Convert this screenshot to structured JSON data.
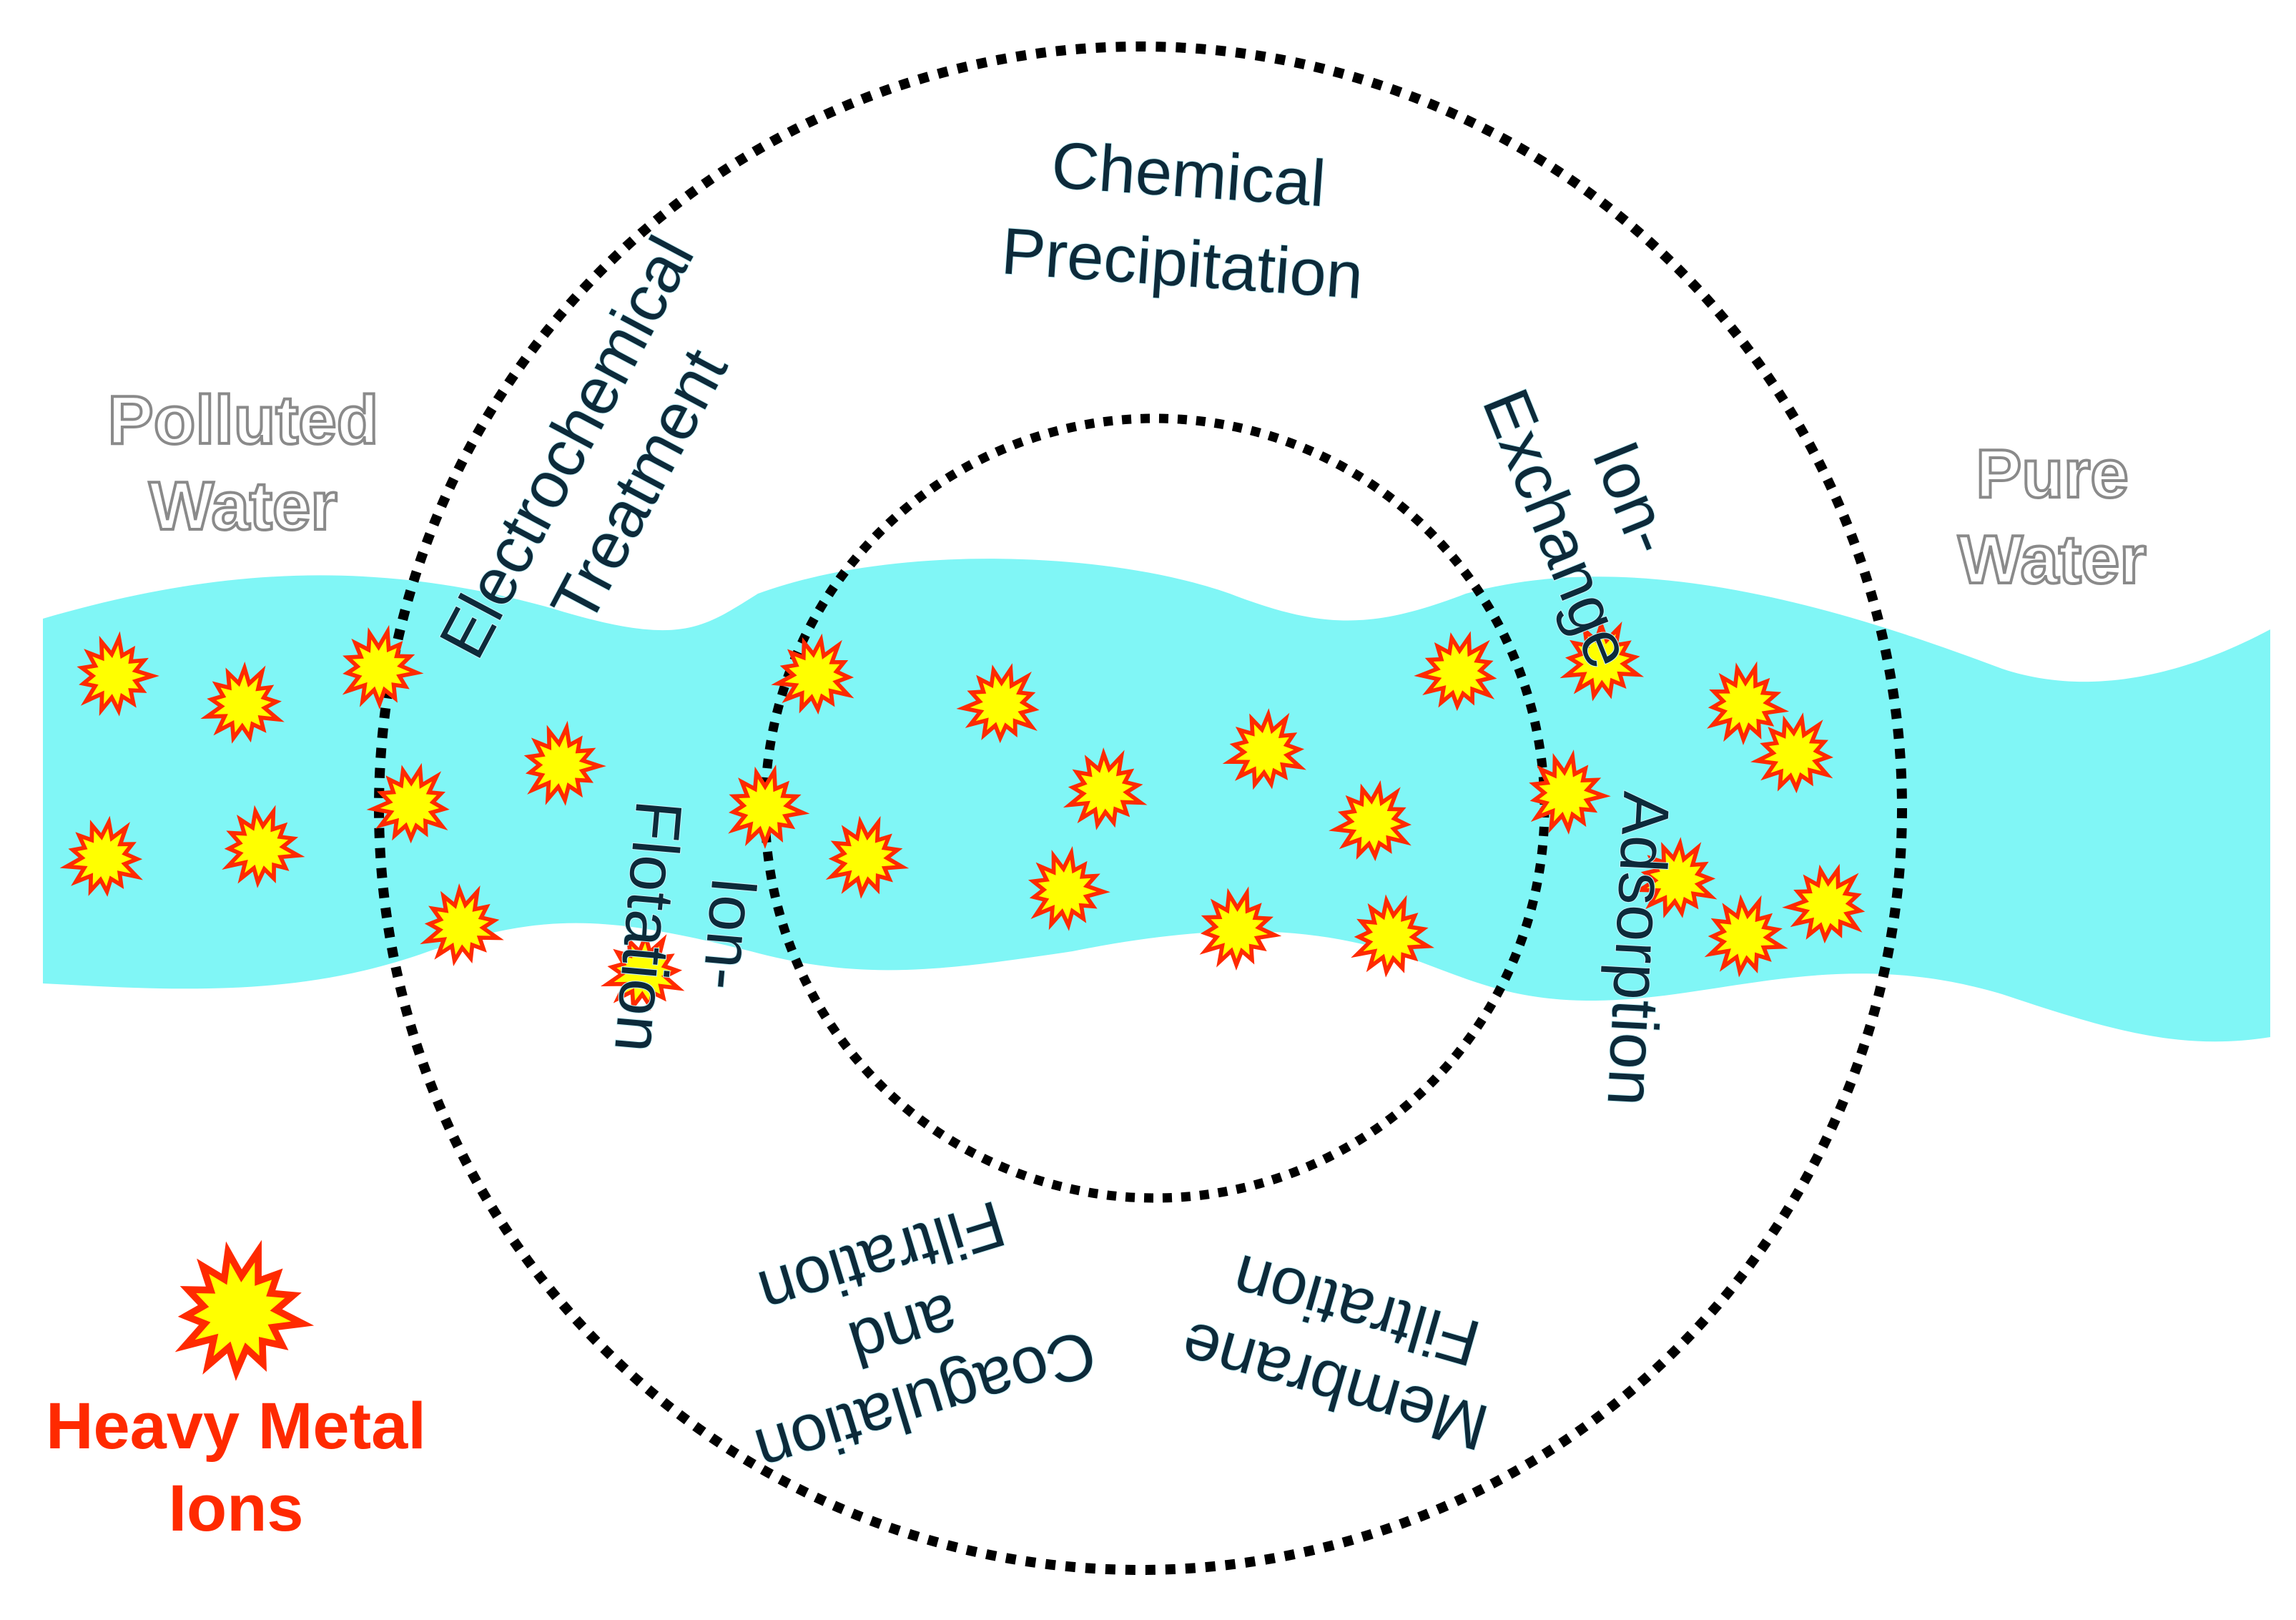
{
  "labels": {
    "polluted": [
      "Polluted",
      "Water"
    ],
    "pure": [
      "Pure",
      "Water"
    ],
    "legend": [
      "Heavy Metal",
      "Ions"
    ]
  },
  "methods": [
    {
      "id": "chemical-precipitation",
      "lines": [
        "Chemical",
        "Precipitation"
      ]
    },
    {
      "id": "electrochemical-treatment",
      "lines": [
        "Electrochemical",
        "Treatment"
      ]
    },
    {
      "id": "ion-exchange",
      "lines": [
        "Ion-",
        "Exchange"
      ]
    },
    {
      "id": "adsorption",
      "lines": [
        "Adsorption"
      ]
    },
    {
      "id": "membrane-filtration",
      "lines": [
        "Membrane",
        "Filtration"
      ]
    },
    {
      "id": "coagulation-filtration",
      "lines": [
        "Coagulation",
        "and",
        "Filtration"
      ]
    },
    {
      "id": "ion-flotation",
      "lines": [
        "Ion-",
        "Flotation"
      ]
    }
  ],
  "colors": {
    "water": "#80f6f6",
    "ion_fill": "#ffff00",
    "ion_stroke": "#ff2a00",
    "ring": "#000000",
    "legend_text": "#ff2a00"
  }
}
